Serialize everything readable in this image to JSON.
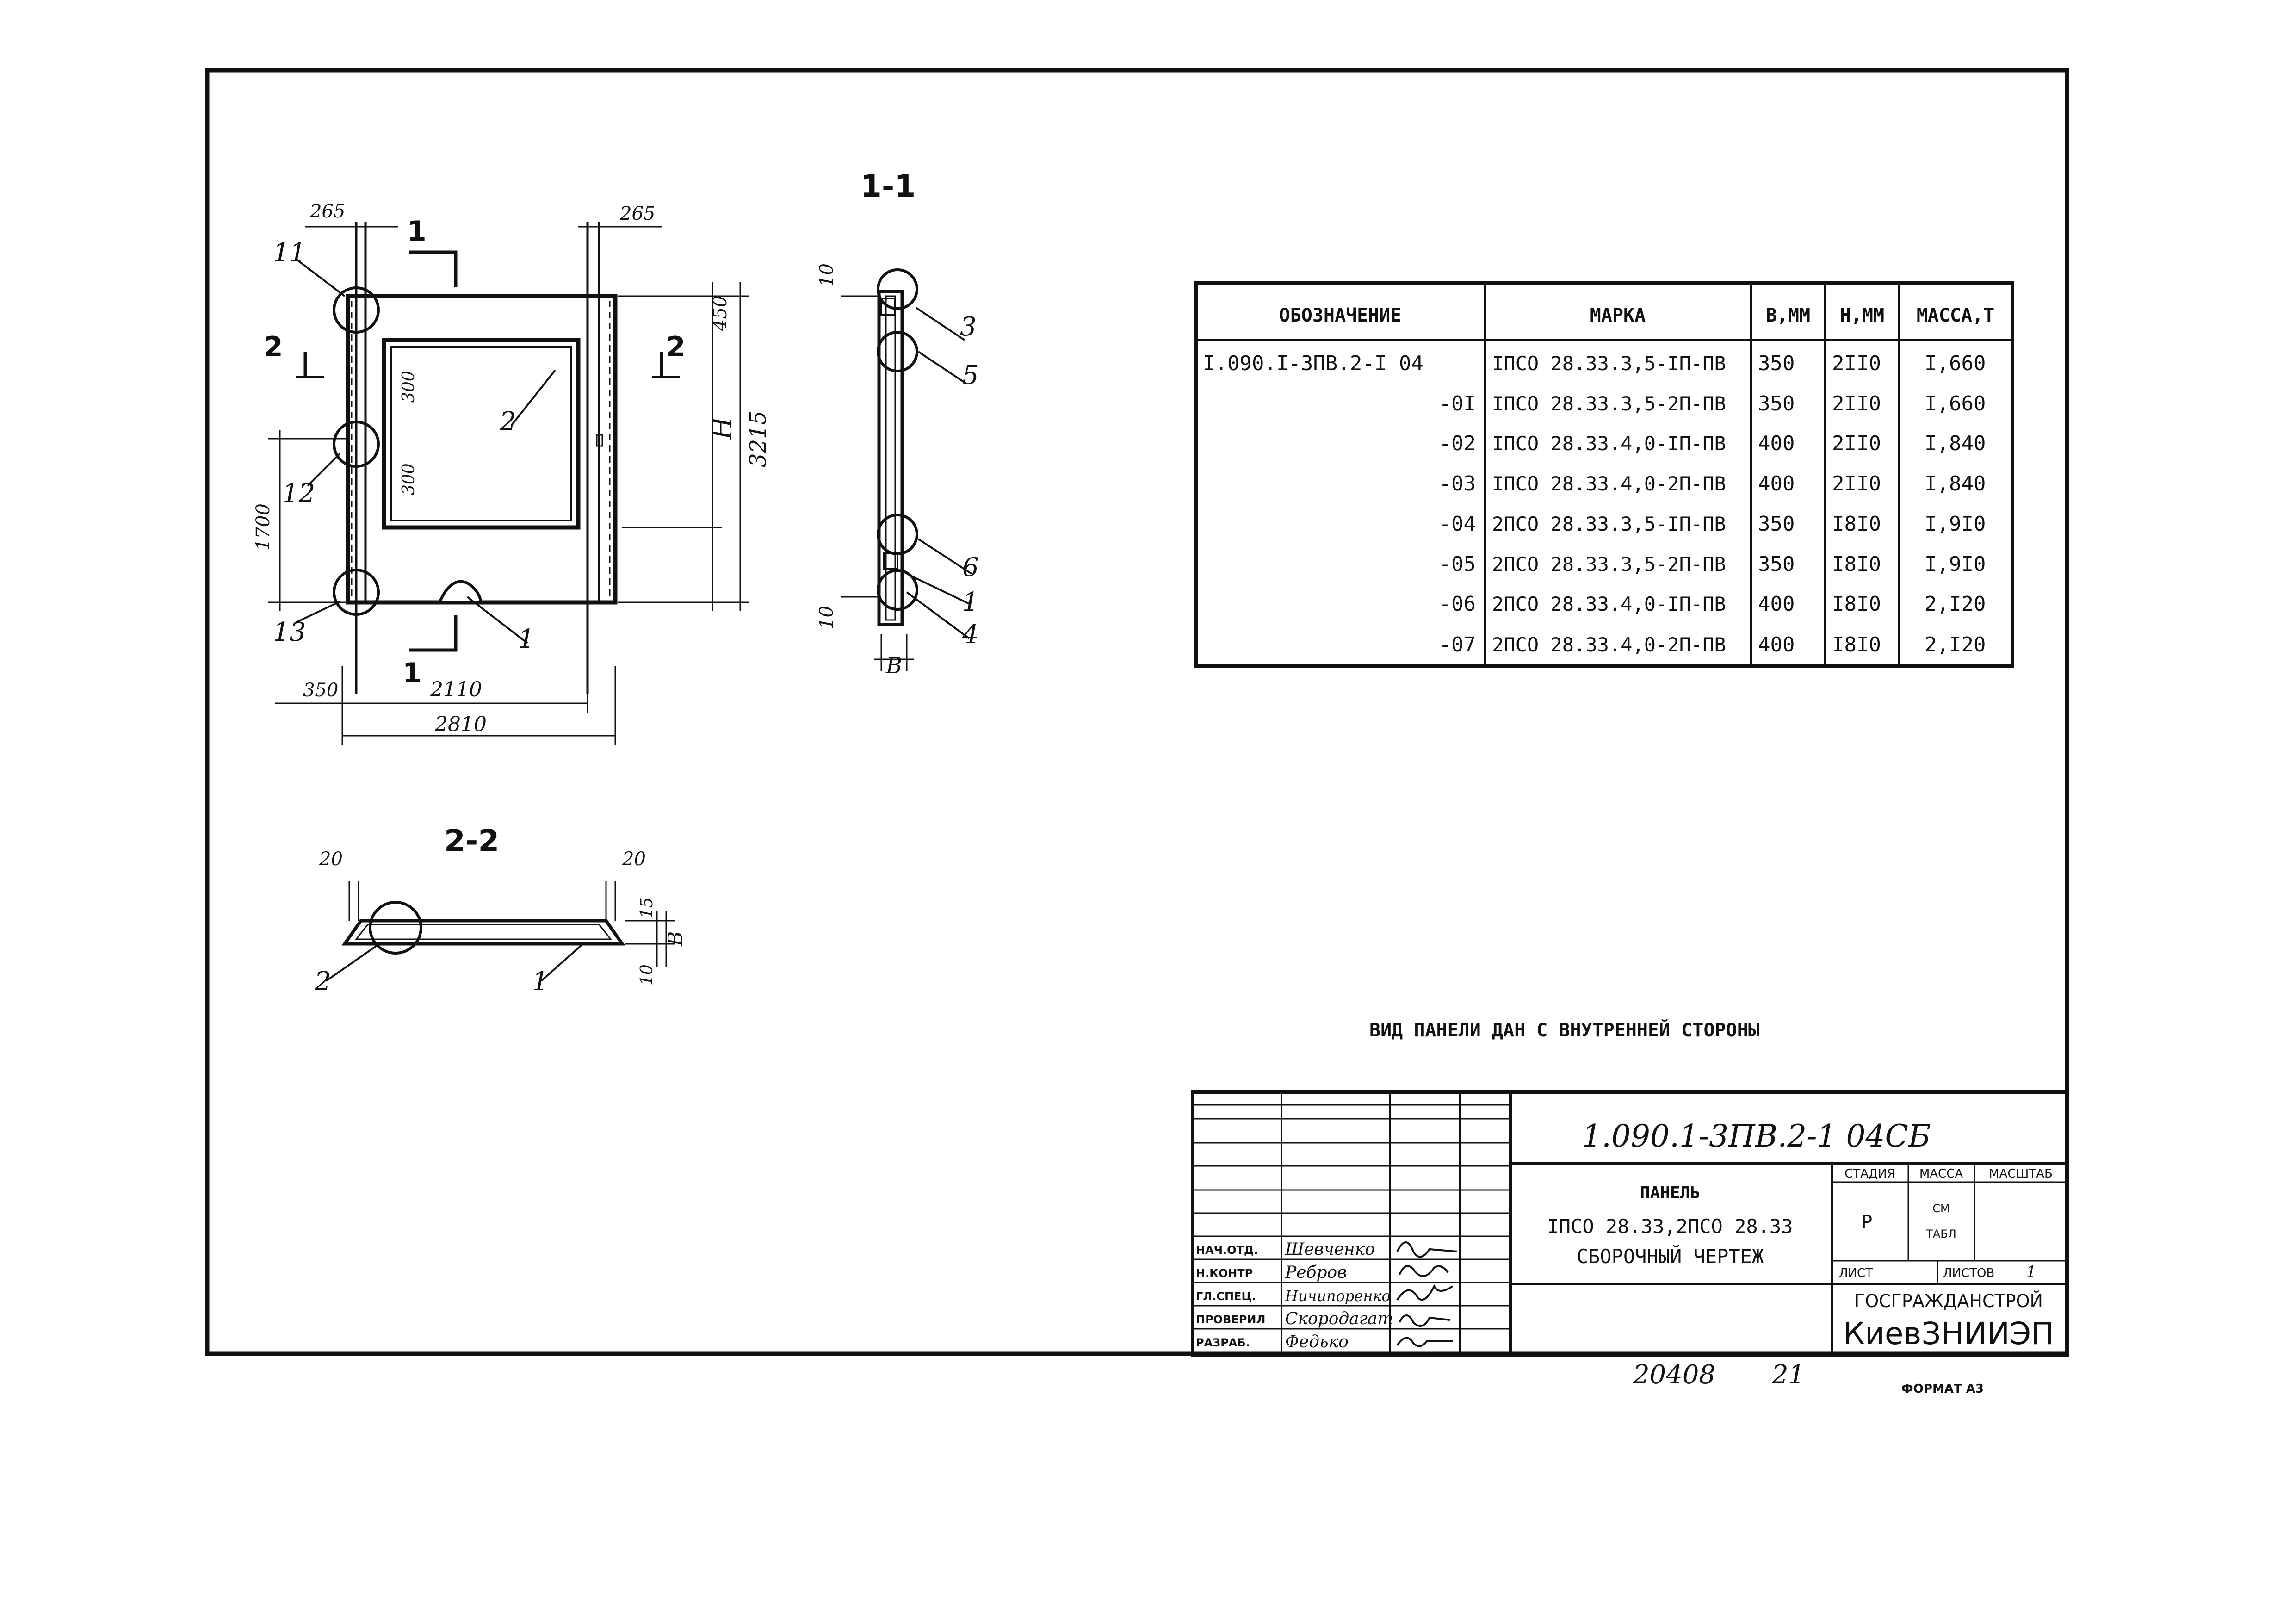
{
  "section_labels": {
    "s11": "1-1",
    "s22": "2-2"
  },
  "elevation_dims": {
    "top_left": "265",
    "top_right": "265",
    "d450": "450",
    "d3215": "3215",
    "dH": "H",
    "d1700": "1700",
    "d300a": "300",
    "d300b": "300",
    "d350": "350",
    "d2110": "2110",
    "d2810": "2810"
  },
  "cut_marks": {
    "c1_top": "1",
    "c1_bottom": "1",
    "c2_left": "2",
    "c2_right": "2"
  },
  "elevation_callouts": {
    "n11": "11",
    "n12": "12",
    "n13": "13",
    "n2": "2",
    "n1": "1"
  },
  "section11": {
    "d10_top": "10",
    "d10_bottom": "10",
    "dB": "B",
    "c3": "3",
    "c5": "5",
    "c6": "6",
    "c1": "1",
    "c4": "4"
  },
  "section22": {
    "d20a": "20",
    "d20b": "20",
    "d15": "15",
    "dB": "B",
    "d10": "10",
    "c2": "2",
    "c1": "1"
  },
  "spec_table": {
    "headers": [
      "ОБОЗНАЧЕНИЕ",
      "МАРКА",
      "В,ММ",
      "Н,ММ",
      "МАССА,Т"
    ],
    "rows": [
      [
        "I.090.I-3ПВ.2-I 04",
        "IПСО 28.33.3,5-IП-ПВ",
        "350",
        "2II0",
        "I,660"
      ],
      [
        "-0I",
        "IПСО 28.33.3,5-2П-ПВ",
        "350",
        "2II0",
        "I,660"
      ],
      [
        "-02",
        "IПСО 28.33.4,0-IП-ПВ",
        "400",
        "2II0",
        "I,840"
      ],
      [
        "-03",
        "IПСО 28.33.4,0-2П-ПВ",
        "400",
        "2II0",
        "I,840"
      ],
      [
        "-04",
        "2ПСО 28.33.3,5-IП-ПВ",
        "350",
        "I8I0",
        "I,9I0"
      ],
      [
        "-05",
        "2ПСО 28.33.3,5-2П-ПВ",
        "350",
        "I8I0",
        "I,9I0"
      ],
      [
        "-06",
        "2ПСО 28.33.4,0-IП-ПВ",
        "400",
        "I8I0",
        "2,I20"
      ],
      [
        "-07",
        "2ПСО 28.33.4,0-2П-ПВ",
        "400",
        "I8I0",
        "2,I20"
      ]
    ]
  },
  "view_note": "ВИД ПАНЕЛИ ДАН С ВНУТРЕННЕЙ СТОРОНЫ",
  "title_block": {
    "doc_code": "1.090.1-3ПВ.2-1 04СБ",
    "title_word": "ПАНЕЛЬ",
    "title_marks": "IПСО 28.33,2ПСО 28.33",
    "title_sub": "СБОРОЧНЫЙ ЧЕРТЕЖ",
    "stage_header": "СТАДИЯ",
    "mass_header": "МАССА",
    "scale_header": "МАСШТАБ",
    "stage_value": "Р",
    "mass_value_1": "СМ",
    "mass_value_2": "ТАБЛ",
    "sheet_label": "ЛИСТ",
    "sheets_label": "ЛИСТОВ",
    "sheets_value": "1",
    "org_1": "ГОСГРАЖДАНСТРОЙ",
    "org_2": "КиевЗНИИЭП",
    "roles": [
      "НАЧ.ОТД.",
      "Н.КОНТР",
      "ГЛ.СПЕЦ.",
      "ПРОВЕРИЛ",
      "РАЗРАБ."
    ],
    "names": [
      "Шевченко",
      "Ребров",
      "Ничипоренко",
      "Скородагат",
      "Федько"
    ]
  },
  "footer": {
    "inv": "20408",
    "num": "21",
    "format": "ФОРМАТ А3"
  },
  "colors": {
    "ink": "#111111",
    "paper": "#ffffff"
  }
}
